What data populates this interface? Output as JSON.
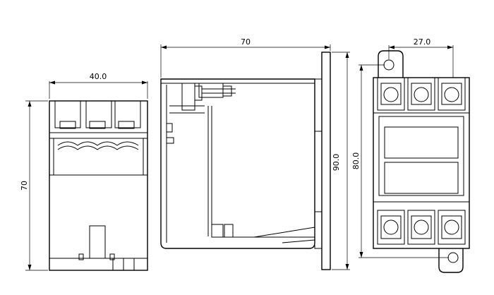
{
  "dimensions": {
    "left_view_width": "40.0",
    "left_view_height": "70",
    "side_view_depth": "70",
    "side_view_height": "90.0",
    "front_view_pitch": "27.0",
    "front_view_height": "80.0"
  }
}
